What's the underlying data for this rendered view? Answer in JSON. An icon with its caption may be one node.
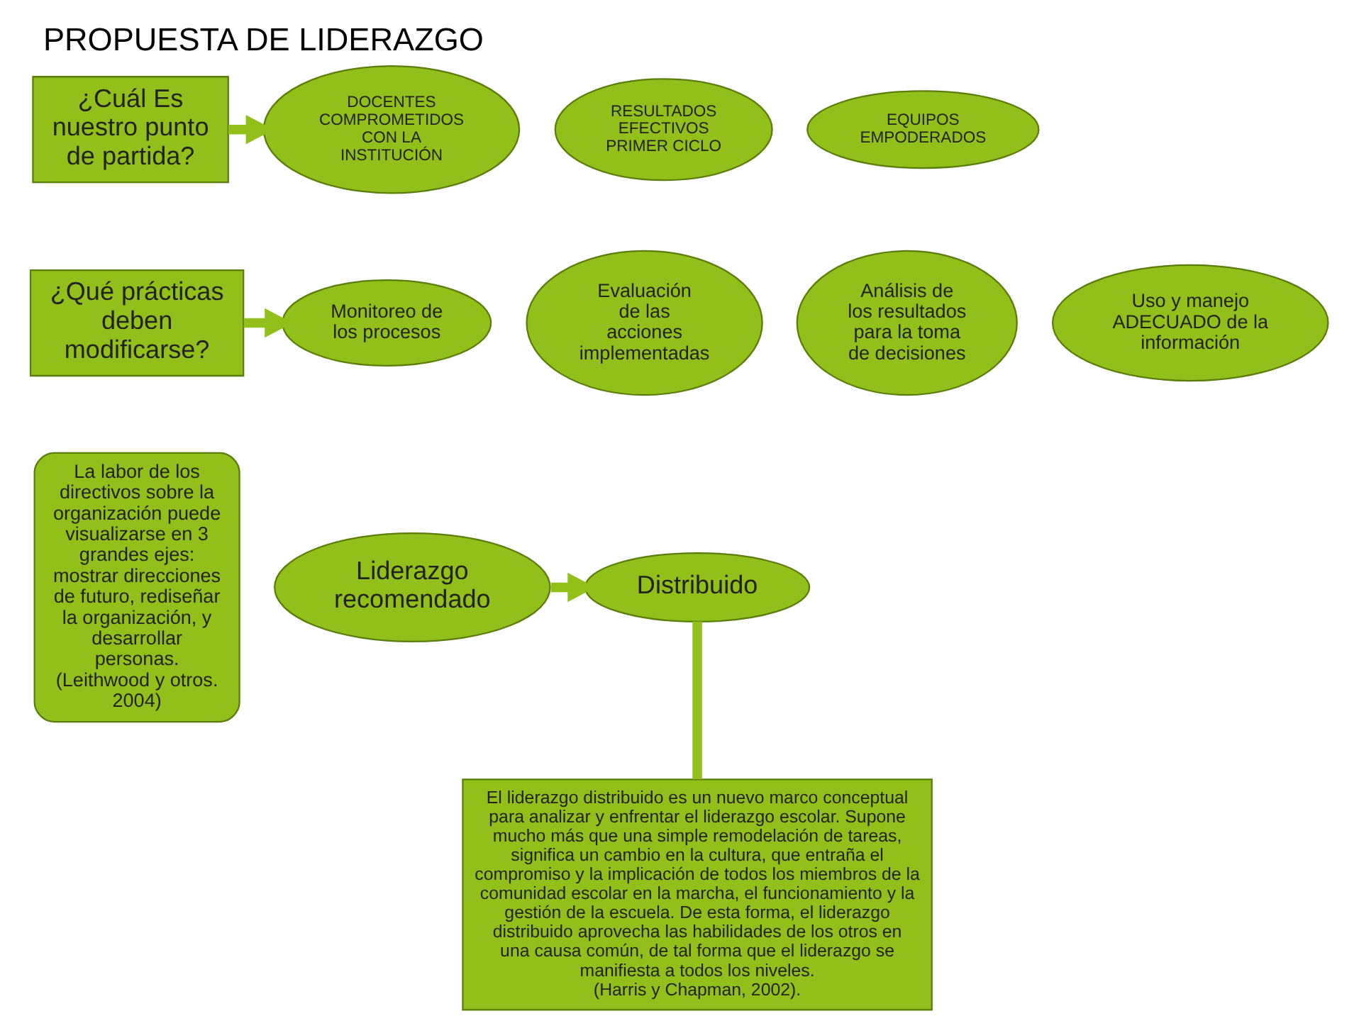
{
  "diagram": {
    "title": "PROPUESTA DE LIDERAZGO",
    "nodes": [
      {
        "text": [
          "¿Cuál Es nuestro punto de partida?"
        ]
      },
      {
        "text": [
          "DOCENTES COMPROMETIDOS CON LA INSTITUCIÓN"
        ]
      },
      {
        "text": [
          "RESULTADOS EFECTIVOS PRIMER CICLO"
        ]
      },
      {
        "text": [
          "EQUIPOS EMPODERADOS"
        ]
      },
      {
        "text": [
          "¿Qué prácticas deben modificarse?"
        ]
      },
      {
        "text": [
          "Monitoreo de los procesos"
        ]
      },
      {
        "text": [
          "Evaluación de las acciones implementadas"
        ]
      },
      {
        "text": [
          "Análisis de los resultados para la toma de decisiones"
        ]
      },
      {
        "text": [
          "Uso y manejo ADECUADO de la información"
        ]
      },
      {
        "text": [
          "La labor de los directivos sobre la organización puede visualizarse en 3 grandes ejes: mostrar direcciones de futuro, rediseñar la organización, y desarrollar personas.",
          "(Leithwood y otros. 2004)"
        ]
      },
      {
        "text": [
          "Liderazgo recomendado"
        ]
      },
      {
        "text": [
          "Distribuido"
        ]
      },
      {
        "text": [
          "El liderazgo distribuido es un nuevo marco conceptual para analizar y enfrentar el liderazgo escolar. Supone mucho más que una simple remodelación de tareas, significa un cambio en la cultura, que entraña el compromiso y la implicación de todos los miembros de la comunidad escolar en la marcha, el funcionamiento y la gestión de la escuela. De esta forma, el liderazgo distribuido aprovecha las habilidades de los otros en una causa común, de tal forma que el liderazgo se manifiesta a todos los niveles.",
          "(Harris y Chapman, 2002)."
        ]
      }
    ],
    "edges": [
      {
        "from": 0,
        "to": 1,
        "arrow": "to"
      },
      {
        "from": 4,
        "to": 5,
        "arrow": "to"
      },
      {
        "from": 10,
        "to": 11,
        "arrow": "to"
      },
      {
        "from": 11,
        "to": 12,
        "arrow": "none"
      }
    ]
  }
}
